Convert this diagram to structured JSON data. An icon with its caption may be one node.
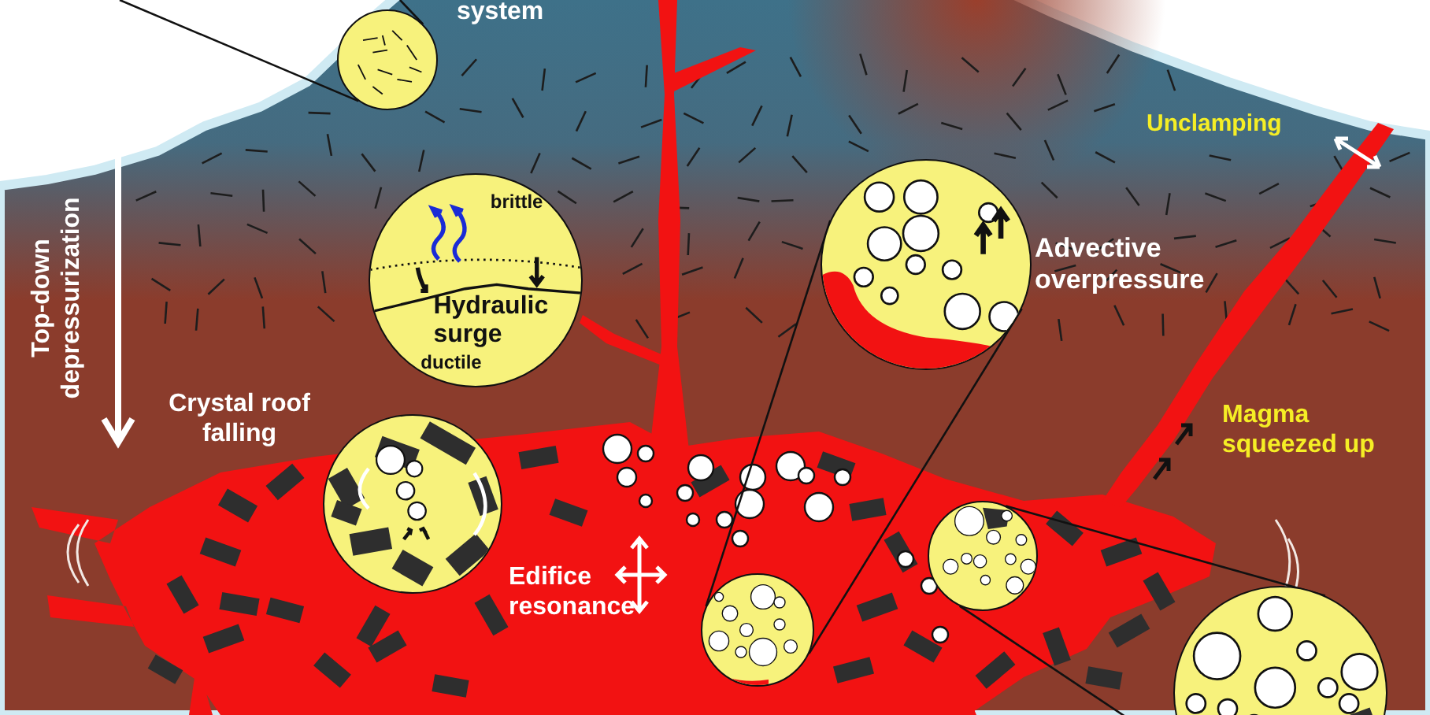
{
  "diagram": {
    "nodes": [
      {
        "text": [],
        "shape": "circle"
      },
      {
        "text": [
          "brittle",
          "Hydraulic surge",
          "ductile"
        ]
      },
      {
        "text": [],
        "shape": "circle",
        "beside": [
          "Crystal roof falling"
        ]
      },
      {
        "text": [],
        "shape": "circle",
        "beside": [
          "Advective overpressure"
        ]
      },
      {
        "text": [],
        "shape": "circle"
      },
      {
        "text": [],
        "shape": "circle"
      },
      {
        "text": [],
        "shape": "circle"
      }
    ],
    "edges": [
      {
        "from": null,
        "to": 0,
        "arrow": "none"
      },
      {
        "from": null,
        "to": 0,
        "arrow": "none"
      },
      {
        "from": 4,
        "to": 3,
        "arrow": "none"
      },
      {
        "from": 4,
        "to": 3,
        "arrow": "none"
      },
      {
        "from": 5,
        "to": 6,
        "arrow": "none"
      },
      {
        "from": 5,
        "to": 6,
        "arrow": "none"
      }
    ],
    "labels": [
      "system",
      "Top-down depressurization",
      "Edifice resonance",
      "Unclamping",
      "Magma squeezed up"
    ]
  }
}
